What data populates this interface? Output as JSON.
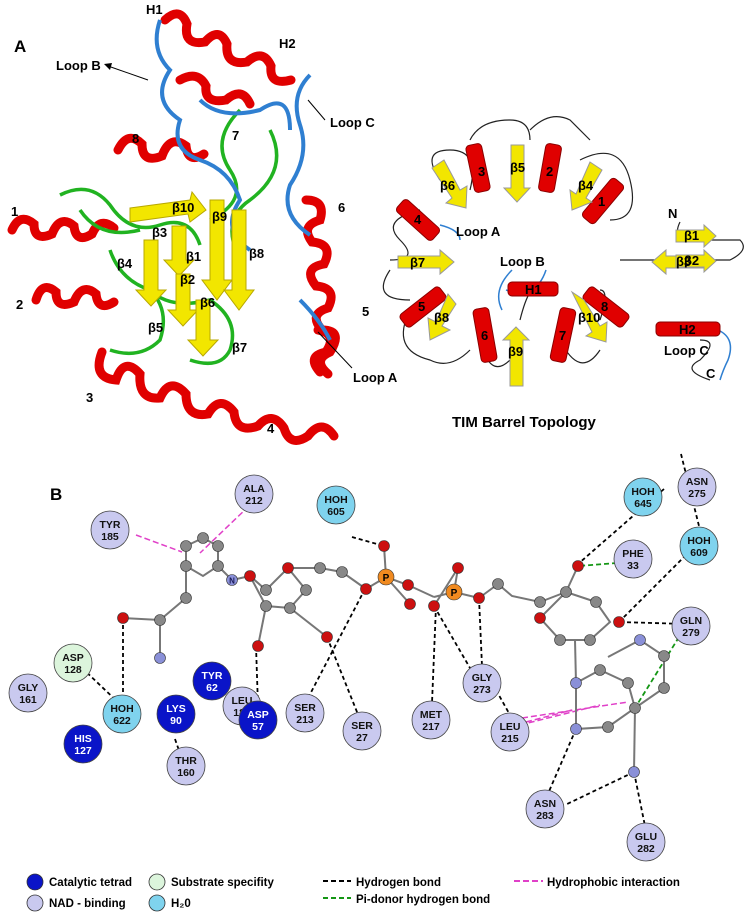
{
  "panels": {
    "a": "A",
    "b": "B"
  },
  "colors": {
    "helix": "#e00000",
    "strand": "#f2e600",
    "coil": "#21b321",
    "loop": "#2f7fd1",
    "catalytic": "#0a14c8",
    "substrate": "#dcf5dc",
    "nad": "#c9c9ef",
    "water": "#7fd3ee",
    "oxygen": "#cc1010",
    "phosphorus": "#f08a20",
    "nitrogen": "#8a90d8",
    "carbon": "#888888"
  },
  "structure": {
    "helix_labels": [
      "H1",
      "H2",
      "1",
      "2",
      "3",
      "4",
      "5",
      "6",
      "7",
      "8"
    ],
    "strand_labels": [
      "β10",
      "β9",
      "β8",
      "β1",
      "β2",
      "β3",
      "β4",
      "β5",
      "β6",
      "β7"
    ],
    "loop_labels": [
      "Loop B",
      "Loop C",
      "Loop A"
    ]
  },
  "topology": {
    "title": "TIM Barrel Topology",
    "helices": [
      "3",
      "2",
      "1",
      "4",
      "5",
      "6",
      "7",
      "8",
      "H1",
      "H2"
    ],
    "strands": [
      "β5",
      "β6",
      "β4",
      "β7",
      "β3",
      "β1",
      "β2",
      "β8",
      "β9",
      "β10"
    ],
    "loops": [
      "Loop A",
      "Loop B",
      "Loop C"
    ],
    "termini": [
      "N",
      "C"
    ]
  },
  "residues": [
    {
      "name": "ALA",
      "num": "212",
      "type": "nad"
    },
    {
      "name": "TYR",
      "num": "185",
      "type": "nad"
    },
    {
      "name": "HOH",
      "num": "605",
      "type": "water"
    },
    {
      "name": "HOH",
      "num": "645",
      "type": "water"
    },
    {
      "name": "ASN",
      "num": "275",
      "type": "nad"
    },
    {
      "name": "PHE",
      "num": "33",
      "type": "nad"
    },
    {
      "name": "HOH",
      "num": "609",
      "type": "water"
    },
    {
      "name": "GLN",
      "num": "279",
      "type": "nad"
    },
    {
      "name": "ASP",
      "num": "128",
      "type": "substrate"
    },
    {
      "name": "GLY",
      "num": "161",
      "type": "nad"
    },
    {
      "name": "HOH",
      "num": "622",
      "type": "water"
    },
    {
      "name": "HIS",
      "num": "127",
      "type": "catalytic"
    },
    {
      "name": "LYS",
      "num": "90",
      "type": "catalytic"
    },
    {
      "name": "TYR",
      "num": "62",
      "type": "catalytic"
    },
    {
      "name": "LEU",
      "num": "183",
      "type": "nad"
    },
    {
      "name": "THR",
      "num": "160",
      "type": "nad"
    },
    {
      "name": "ASP",
      "num": "57",
      "type": "catalytic"
    },
    {
      "name": "SER",
      "num": "213",
      "type": "nad"
    },
    {
      "name": "SER",
      "num": "27",
      "type": "nad"
    },
    {
      "name": "MET",
      "num": "217",
      "type": "nad"
    },
    {
      "name": "GLY",
      "num": "273",
      "type": "nad"
    },
    {
      "name": "LEU",
      "num": "215",
      "type": "nad"
    },
    {
      "name": "ASN",
      "num": "283",
      "type": "nad"
    },
    {
      "name": "GLU",
      "num": "282",
      "type": "nad"
    }
  ],
  "atoms": {
    "phosphorus": "P",
    "nitrogen": "N"
  },
  "legend": {
    "catalytic": "Catalytic tetrad",
    "substrate": "Substrate specifity",
    "nad": "NAD - binding",
    "water": "H₂0",
    "hbond": "Hydrogen bond",
    "pidonor": "Pi-donor hydrogen bond",
    "hydrophobic": "Hydrophobic interaction"
  }
}
